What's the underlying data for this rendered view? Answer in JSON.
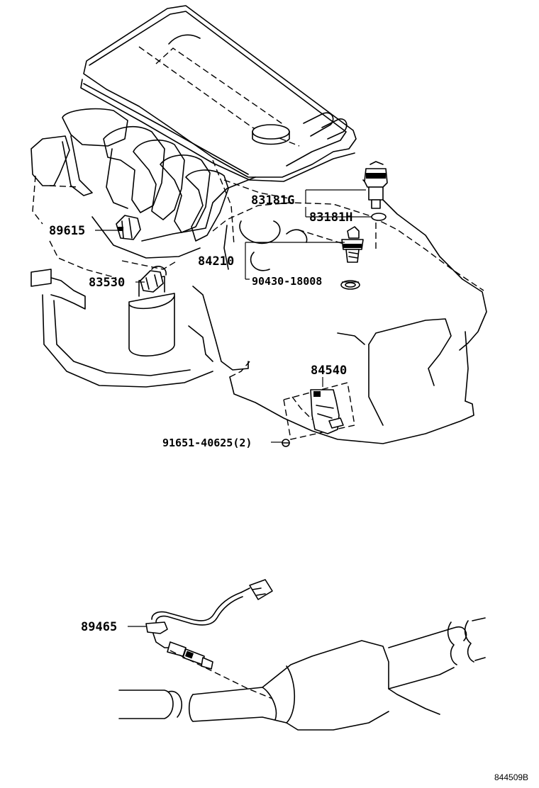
{
  "callouts": {
    "c89615": "89615",
    "c83530": "83530",
    "c83181g": "83181G",
    "c83181h": "83181H",
    "c84210": "84210",
    "c90430": "90430-18008",
    "c84540": "84540",
    "c91651": "91651-40625(2)",
    "c89465": "89465"
  },
  "drawing_code": "844509B",
  "icons": [
    "engine-block",
    "exhaust-catalytic-converter",
    "oxygen-sensor",
    "temperature-sensor",
    "oil-pressure-switch",
    "knock-sensor",
    "crank-position-sensor",
    "gasket",
    "bolt"
  ]
}
